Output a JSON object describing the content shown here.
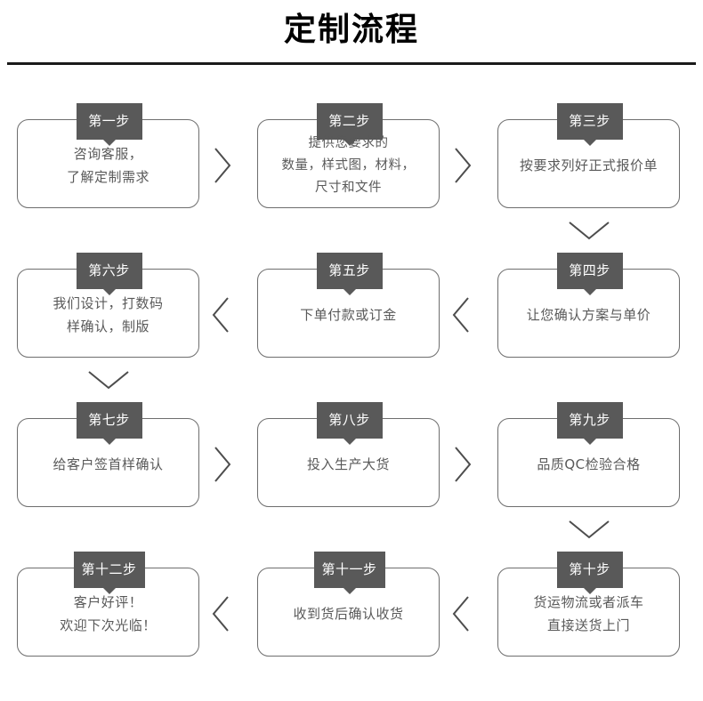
{
  "header": {
    "title": "定制流程"
  },
  "flow": {
    "rows": [
      {
        "direction": "right",
        "cells": [
          {
            "badge": "第一步",
            "lines": [
              "咨询客服，",
              "了解定制需求"
            ]
          },
          {
            "badge": "第二步",
            "lines": [
              "提供您要求的",
              "数量，样式图，材料，",
              "尺寸和文件"
            ]
          },
          {
            "badge": "第三步",
            "lines": [
              "按要求列好正式报价单"
            ]
          }
        ]
      },
      {
        "direction": "left",
        "cells": [
          {
            "badge": "第六步",
            "lines": [
              "我们设计，打数码",
              "样确认，制版"
            ]
          },
          {
            "badge": "第五步",
            "lines": [
              "下单付款或订金"
            ]
          },
          {
            "badge": "第四步",
            "lines": [
              "让您确认方案与单价"
            ]
          }
        ]
      },
      {
        "direction": "right",
        "cells": [
          {
            "badge": "第七步",
            "lines": [
              "给客户签首样确认"
            ]
          },
          {
            "badge": "第八步",
            "lines": [
              "投入生产大货"
            ]
          },
          {
            "badge": "第九步",
            "lines": [
              "品质QC检验合格"
            ]
          }
        ]
      },
      {
        "direction": "left",
        "cells": [
          {
            "badge": "第十二步",
            "lines": [
              "客户好评！",
              "欢迎下次光临！"
            ]
          },
          {
            "badge": "第十一步",
            "lines": [
              "收到货后确认收货"
            ]
          },
          {
            "badge": "第十步",
            "lines": [
              "货运物流或者派车",
              "直接送货上门"
            ]
          }
        ]
      }
    ],
    "horizontal_arrows": [
      {
        "row": 0,
        "icon": "chevron-right-icon"
      },
      {
        "row": 1,
        "icon": "chevron-left-icon"
      },
      {
        "row": 2,
        "icon": "chevron-right-icon"
      },
      {
        "row": 3,
        "icon": "chevron-left-icon"
      }
    ],
    "vertical_arrows": [
      {
        "from_row": 0,
        "column": 2,
        "icon": "chevron-down-icon"
      },
      {
        "from_row": 1,
        "column": 0,
        "icon": "chevron-down-icon"
      },
      {
        "from_row": 2,
        "column": 2,
        "icon": "chevron-down-icon"
      }
    ]
  },
  "colors": {
    "badge_background": "#595959",
    "badge_text": "#ffffff",
    "box_border": "#6e6e6e",
    "body_text": "#595959",
    "title_text": "#000000",
    "rule": "#1a1a1a",
    "arrow": "#4d4d4d",
    "page_background": "#ffffff"
  }
}
